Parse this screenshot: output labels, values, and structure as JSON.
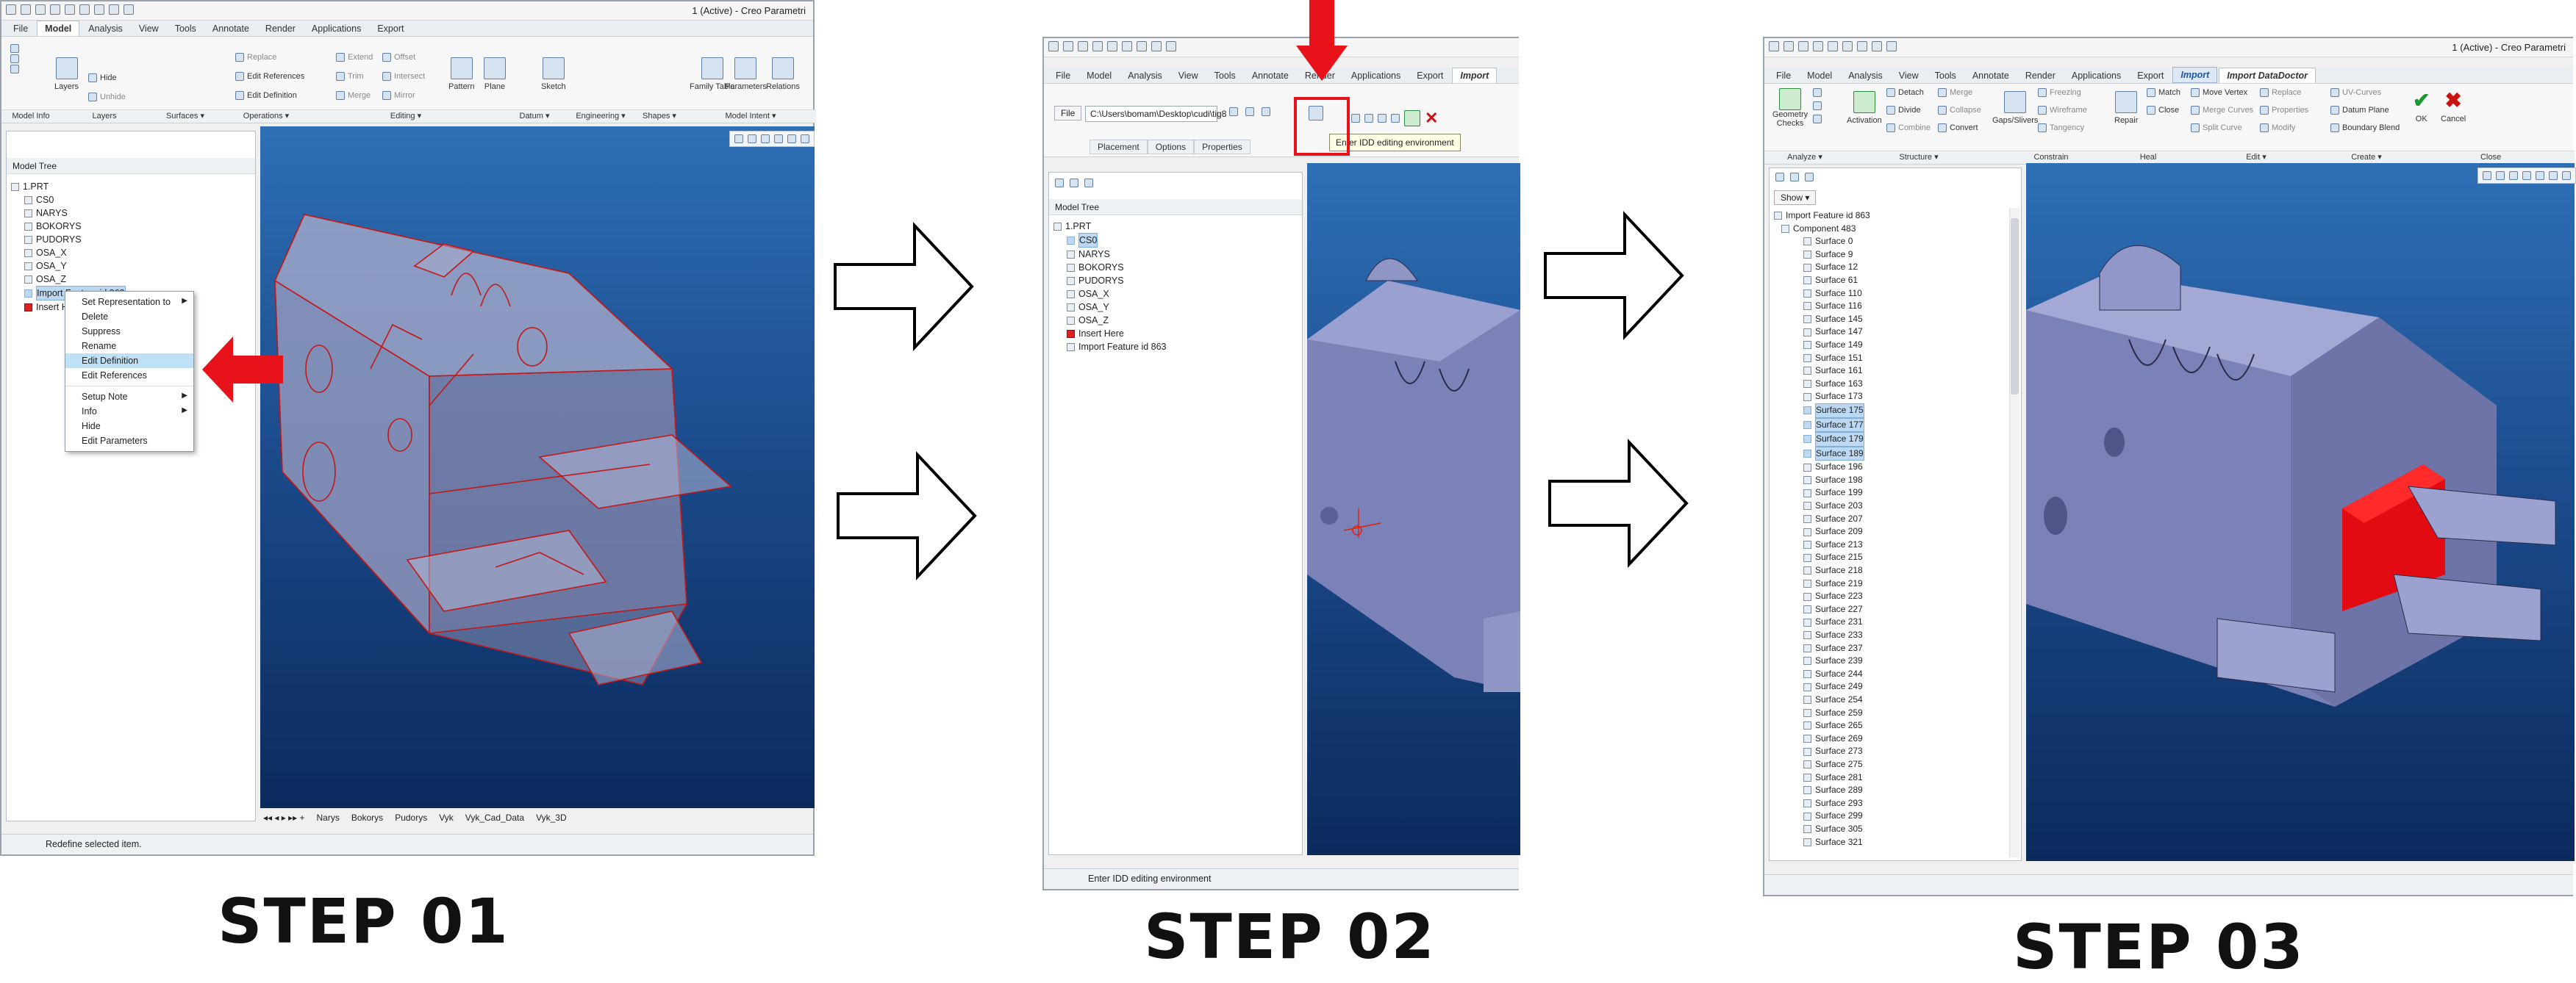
{
  "step1": {
    "title": "1 (Active) - Creo Parametri",
    "tabs": [
      "File",
      "Model",
      "Analysis",
      "View",
      "Tools",
      "Annotate",
      "Render",
      "Applications",
      "Export"
    ],
    "ribbon": {
      "layers": "Layers",
      "hide": "Hide",
      "unhide": "Unhide",
      "replace": "Replace",
      "edit_references": "Edit References",
      "edit_definition": "Edit Definition",
      "extend": "Extend",
      "offset": "Offset",
      "trim": "Trim",
      "intersect": "Intersect",
      "merge": "Merge",
      "mirror": "Mirror",
      "pattern": "Pattern",
      "plane": "Plane",
      "sketch": "Sketch",
      "family_table": "Family Table",
      "parameters": "Parameters",
      "relations": "Relations"
    },
    "groups": [
      "Model Info",
      "Layers",
      "Surfaces ▾",
      "Operations ▾",
      "Editing ▾",
      "Datum ▾",
      "Engineering ▾",
      "Shapes ▾",
      "Model Intent ▾"
    ],
    "tree_header": "Model Tree",
    "tree": [
      "1.PRT",
      "CS0",
      "NARYS",
      "BOKORYS",
      "PUDORYS",
      "OSA_X",
      "OSA_Y",
      "OSA_Z",
      "Import Feature id 863",
      "Insert Here"
    ],
    "context_menu": [
      "Set Representation to",
      "Delete",
      "Suppress",
      "Rename",
      "Edit Definition",
      "Edit References",
      "Setup Note",
      "Info",
      "Hide",
      "Edit Parameters"
    ],
    "bottom_tabs": [
      "Narys",
      "Bokorys",
      "Pudorys",
      "Vyk",
      "Vyk_Cad_Data",
      "Vyk_3D"
    ],
    "status": "Redefine selected item.",
    "label": "STEP 01"
  },
  "step2": {
    "tabs": [
      "File",
      "Model",
      "Analysis",
      "View",
      "Tools",
      "Annotate",
      "Render",
      "Applications",
      "Export",
      "Import"
    ],
    "file_button": "File",
    "path": "C:\\Users\\bomam\\Desktop\\cudi\\tig8",
    "subtabs": [
      "Placement",
      "Options",
      "Properties"
    ],
    "tooltip": "Enter IDD editing environment",
    "tree_header": "Model Tree",
    "tree": [
      "1.PRT",
      "CS0",
      "NARYS",
      "BOKORYS",
      "PUDORYS",
      "OSA_X",
      "OSA_Y",
      "OSA_Z",
      "Insert Here",
      "Import Feature id 863"
    ],
    "status": "Enter IDD editing environment",
    "label": "STEP 02"
  },
  "step3": {
    "title": "1 (Active) - Creo Parametri",
    "tabs": [
      "File",
      "Model",
      "Analysis",
      "View",
      "Tools",
      "Annotate",
      "Render",
      "Applications",
      "Export",
      "Import",
      "Import DataDoctor"
    ],
    "ribbon": {
      "geometry_checks": "Geometry Checks",
      "detach": "Detach",
      "divide": "Divide",
      "combine": "Combine",
      "activation": "Activation",
      "merge": "Merge",
      "collapse": "Collapse",
      "convert": "Convert",
      "gaps_slivers": "Gaps/Slivers",
      "freezing": "Freezing",
      "wireframe": "Wireframe",
      "tangency": "Tangency",
      "repair": "Repair",
      "match": "Match",
      "close": "Close",
      "move_vertex": "Move Vertex",
      "merge_curves": "Merge Curves",
      "split_curve": "Split Curve",
      "replace": "Replace",
      "properties": "Properties",
      "modify": "Modify",
      "uv_curves": "UV-Curves",
      "datum_plane": "Datum Plane",
      "boundary_blend": "Boundary Blend",
      "ok": "OK",
      "cancel": "Cancel"
    },
    "groups": [
      "Analyze ▾",
      "Structure ▾",
      "Constrain",
      "Heal",
      "Edit ▾",
      "Create ▾",
      "Close"
    ],
    "show_button": "Show ▾",
    "tree": [
      "Import Feature id 863",
      "Component 483",
      "Surface 0",
      "Surface 9",
      "Surface 12",
      "Surface 61",
      "Surface 110",
      "Surface 116",
      "Surface 145",
      "Surface 147",
      "Surface 149",
      "Surface 151",
      "Surface 161",
      "Surface 163",
      "Surface 173",
      "Surface 175",
      "Surface 177",
      "Surface 179",
      "Surface 189",
      "Surface 196",
      "Surface 198",
      "Surface 199",
      "Surface 203",
      "Surface 207",
      "Surface 209",
      "Surface 213",
      "Surface 215",
      "Surface 218",
      "Surface 219",
      "Surface 223",
      "Surface 227",
      "Surface 231",
      "Surface 233",
      "Surface 237",
      "Surface 239",
      "Surface 244",
      "Surface 249",
      "Surface 254",
      "Surface 259",
      "Surface 265",
      "Surface 269",
      "Surface 273",
      "Surface 275",
      "Surface 281",
      "Surface 289",
      "Surface 293",
      "Surface 299",
      "Surface 305",
      "Surface 321"
    ],
    "selected": [
      "Surface 175",
      "Surface 177",
      "Surface 179",
      "Surface 189"
    ],
    "label": "STEP 03"
  },
  "colors": {
    "accent_red": "#e8121a",
    "viewport_top": "#2e6fb5",
    "viewport_bottom": "#0b2a5c",
    "part": "#7b82b8"
  }
}
